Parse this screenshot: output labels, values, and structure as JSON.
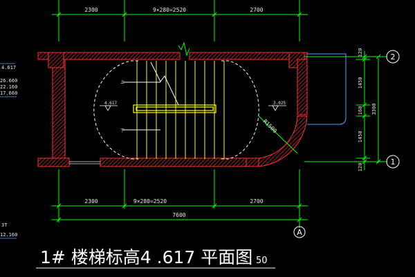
{
  "colors": {
    "background": "#000000",
    "dimension_line": "#00ff00",
    "wall": "#ff3030",
    "stairs": "#ffff00",
    "dashed_arc": "#ffffff",
    "outline": "#4aa8ff",
    "text": "#ffffff"
  },
  "dimensions": {
    "top_left": "2300",
    "top_mid": "9×280=2520",
    "top_right": "2700",
    "bottom_left": "2300",
    "bottom_mid": "9×280=2520",
    "bottom_right": "2700",
    "bottom_total": "7600",
    "right_120_top": "120",
    "right_1450_top": "1450",
    "right_160": "160",
    "right_1450_bottom": "1450",
    "right_120_bottom": "120",
    "right_total": "3300"
  },
  "annotations": {
    "level_left": "4.617",
    "level_right": "3.025",
    "radius": "R1500",
    "step_up": "上",
    "step_down": "下"
  },
  "axes": {
    "two": "2",
    "one": "1",
    "a": "A"
  },
  "side_text": {
    "l1": "4.617",
    "l2": "26.660",
    "l3": "22.160",
    "l4": "17.660",
    "l5": "3T",
    "l6": "12.160"
  },
  "title": {
    "main": "1#  楼梯标高4 .617 平面图",
    "scale": "50"
  }
}
